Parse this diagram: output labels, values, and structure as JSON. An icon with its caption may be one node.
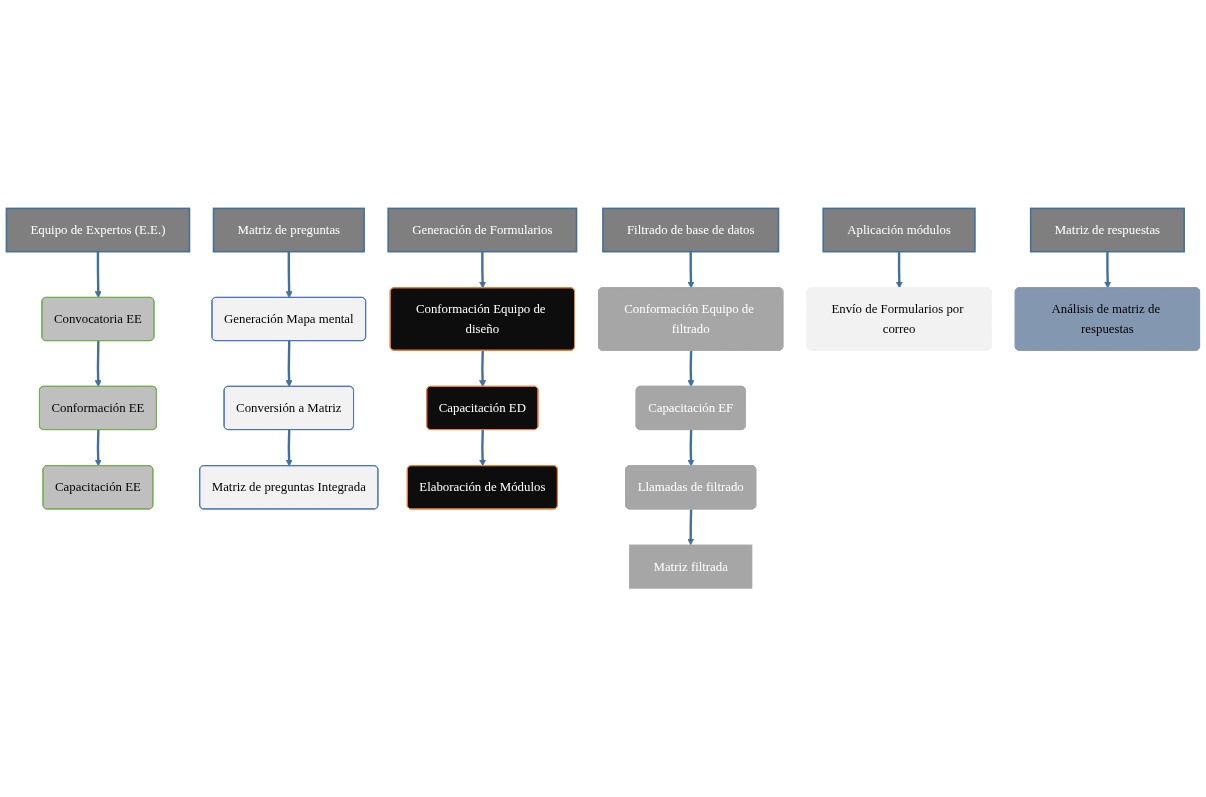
{
  "diagram": {
    "nodes": [
      {
        "text": [
          "Equipo de Expertos (E.E.)"
        ]
      },
      {
        "text": [
          "Matriz de preguntas"
        ]
      },
      {
        "text": [
          "Generación de Formularios"
        ]
      },
      {
        "text": [
          "Filtrado de base de datos"
        ]
      },
      {
        "text": [
          "Aplicación módulos"
        ]
      },
      {
        "text": [
          "Matriz de respuestas"
        ]
      },
      {
        "text": [
          "Convocatoria EE"
        ]
      },
      {
        "text": [
          "Conformación EE"
        ]
      },
      {
        "text": [
          "Capacitación EE"
        ]
      },
      {
        "text": [
          "Generación Mapa mental"
        ]
      },
      {
        "text": [
          "Conversión a Matriz"
        ]
      },
      {
        "text": [
          "Matriz de preguntas Integrada"
        ]
      },
      {
        "text": [
          "Conformación Equipo de diseño"
        ]
      },
      {
        "text": [
          "Capacitación ED"
        ]
      },
      {
        "text": [
          "Elaboración de Módulos"
        ]
      },
      {
        "text": [
          "Conformación Equipo de filtrado"
        ]
      },
      {
        "text": [
          "Capacitación EF"
        ]
      },
      {
        "text": [
          "Llamadas de filtrado"
        ]
      },
      {
        "text": [
          "Matriz filtrada"
        ]
      },
      {
        "text": [
          "Envío de Formularios por correo"
        ]
      },
      {
        "text": [
          "Análisis de matriz de respuestas"
        ]
      }
    ],
    "edges": [
      {
        "from": 0,
        "to": 6,
        "arrow": "to"
      },
      {
        "from": 6,
        "to": 7,
        "arrow": "to"
      },
      {
        "from": 7,
        "to": 8,
        "arrow": "to"
      },
      {
        "from": 1,
        "to": 9,
        "arrow": "to"
      },
      {
        "from": 9,
        "to": 10,
        "arrow": "to"
      },
      {
        "from": 10,
        "to": 11,
        "arrow": "to"
      },
      {
        "from": 2,
        "to": 12,
        "arrow": "to"
      },
      {
        "from": 12,
        "to": 13,
        "arrow": "to"
      },
      {
        "from": 13,
        "to": 14,
        "arrow": "to"
      },
      {
        "from": 3,
        "to": 15,
        "arrow": "to"
      },
      {
        "from": 15,
        "to": 16,
        "arrow": "to"
      },
      {
        "from": 16,
        "to": 17,
        "arrow": "to"
      },
      {
        "from": 17,
        "to": 18,
        "arrow": "to"
      },
      {
        "from": 4,
        "to": 19,
        "arrow": "to"
      },
      {
        "from": 5,
        "to": 20,
        "arrow": "to"
      }
    ]
  }
}
